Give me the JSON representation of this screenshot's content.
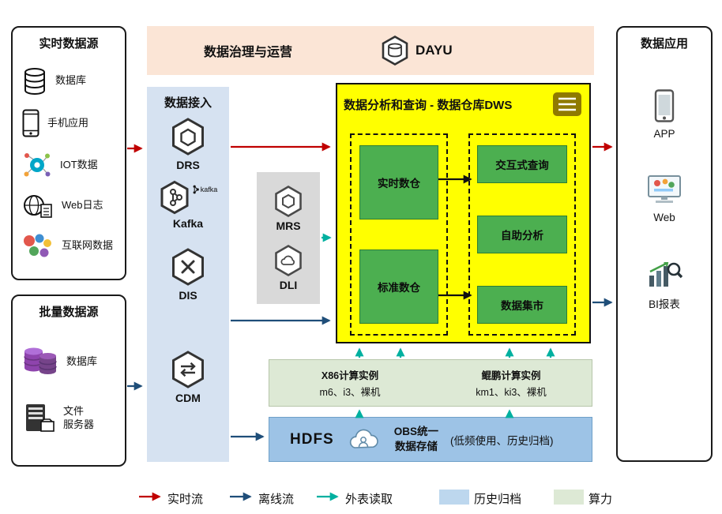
{
  "banner": {
    "title": "数据治理与运营",
    "logo_text": "DAYU"
  },
  "realtime_sources": {
    "title": "实时数据源",
    "items": [
      {
        "label": "数据库"
      },
      {
        "label": "手机应用"
      },
      {
        "label": "IOT数据"
      },
      {
        "label": "Web日志"
      },
      {
        "label": "互联网数据"
      }
    ]
  },
  "batch_sources": {
    "title": "批量数据源",
    "items": [
      {
        "label": "数据库"
      },
      {
        "label": "文件\n服务器"
      }
    ]
  },
  "ingestion": {
    "title": "数据接入",
    "items": [
      {
        "label": "DRS"
      },
      {
        "label": "Kafka",
        "wordmark": "kafka"
      },
      {
        "label": "DIS"
      },
      {
        "label": "CDM"
      }
    ]
  },
  "middleware": {
    "items": [
      {
        "label": "MRS"
      },
      {
        "label": "DLI"
      }
    ]
  },
  "dws": {
    "title": "数据分析和查询 - 数据仓库DWS",
    "warehouses": [
      {
        "label": "实时数仓"
      },
      {
        "label": "标准数仓"
      }
    ],
    "services": [
      {
        "label": "交互式查询"
      },
      {
        "label": "自助分析"
      },
      {
        "label": "数据集市"
      }
    ]
  },
  "compute": {
    "x86_title": "X86计算实例",
    "x86_spec": "m6、i3、裸机",
    "kunpeng_title": "鲲鹏计算实例",
    "kunpeng_spec": "km1、ki3、裸机"
  },
  "storage": {
    "hdfs": "HDFS",
    "obs": "OBS统一\n数据存储",
    "note": "(低频使用、历史归档)"
  },
  "applications": {
    "title": "数据应用",
    "items": [
      {
        "label": "APP"
      },
      {
        "label": "Web"
      },
      {
        "label": "BI报表"
      }
    ]
  },
  "legend": {
    "realtime": "实时流",
    "offline": "离线流",
    "external": "外表读取",
    "archive": "历史归档",
    "compute": "算力"
  },
  "colors": {
    "realtime_flow": "#c00000",
    "offline_flow": "#1f4e79",
    "external_read": "#00b0a0",
    "dws_bg": "#ffff00",
    "warehouse_green": "#4caf50",
    "banner_bg": "#fbe5d6",
    "ingestion_bg": "#d6e2f1",
    "middleware_bg": "#d9d9d9",
    "compute_bg": "#dde9d5",
    "hdfs_bg": "#9dc3e6",
    "archive_swatch": "#bdd7ee"
  }
}
